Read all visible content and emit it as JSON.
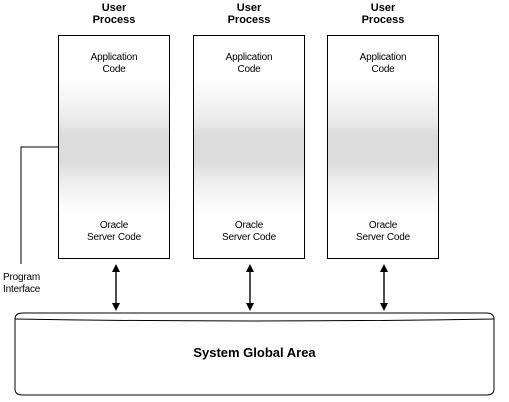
{
  "processes": [
    {
      "title_line1": "User",
      "title_line2": "Process",
      "top_label_line1": "Application",
      "top_label_line2": "Code",
      "bottom_label_line1": "Oracle",
      "bottom_label_line2": "Server Code"
    },
    {
      "title_line1": "User",
      "title_line2": "Process",
      "top_label_line1": "Application",
      "top_label_line2": "Code",
      "bottom_label_line1": "Oracle",
      "bottom_label_line2": "Server Code"
    },
    {
      "title_line1": "User",
      "title_line2": "Process",
      "top_label_line1": "Application",
      "top_label_line2": "Code",
      "bottom_label_line1": "Oracle",
      "bottom_label_line2": "Server Code"
    }
  ],
  "side_label": {
    "line1": "Program",
    "line2": "Interface"
  },
  "sga": {
    "label": "System Global Area"
  },
  "colors": {
    "stroke": "#000000",
    "background": "#ffffff",
    "interface_band": "#dcdcdc"
  }
}
